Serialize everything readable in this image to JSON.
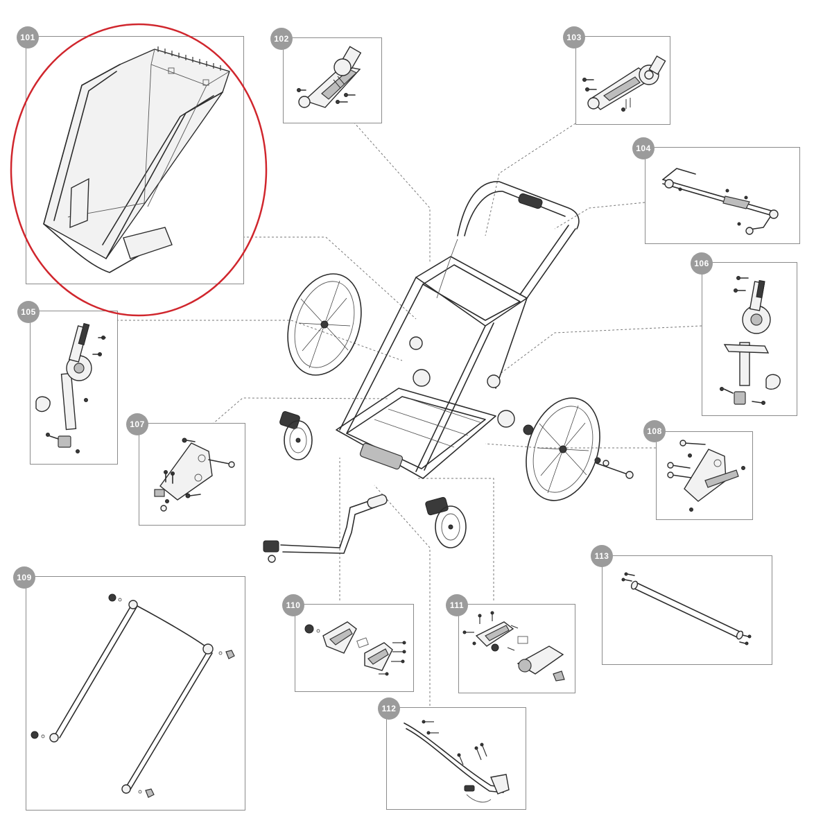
{
  "diagram": {
    "highlight_color": "#d0262d",
    "badge_color": "#9b9b9b",
    "highlighted_part": "101",
    "parts": [
      {
        "id": "101"
      },
      {
        "id": "102"
      },
      {
        "id": "103"
      },
      {
        "id": "104"
      },
      {
        "id": "105"
      },
      {
        "id": "106"
      },
      {
        "id": "107"
      },
      {
        "id": "108"
      },
      {
        "id": "109"
      },
      {
        "id": "110"
      },
      {
        "id": "111"
      },
      {
        "id": "112"
      },
      {
        "id": "113"
      }
    ]
  }
}
